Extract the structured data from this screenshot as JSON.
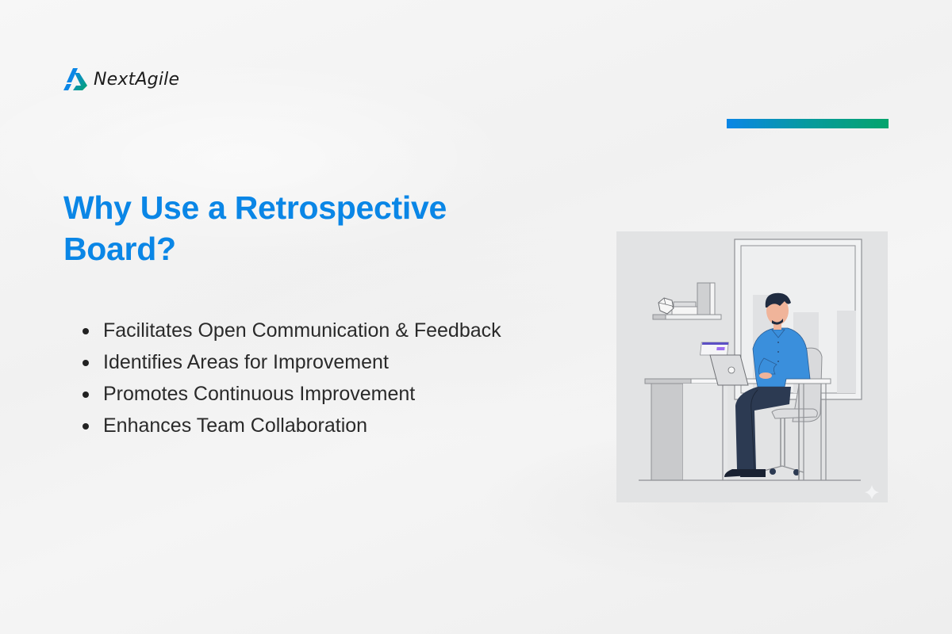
{
  "brand": {
    "name": "NextAgile",
    "logo_icon": "nextagile-logo-icon",
    "colors": {
      "primary_blue": "#0a86e6",
      "gradient_end_green": "#05a46c"
    }
  },
  "accent_bar": {
    "gradient": [
      "#0a86e6",
      "#079a9e",
      "#05a46c"
    ]
  },
  "heading": {
    "line1": "Why Use a Retrospective",
    "line2": "Board?",
    "color": "#0a86e6"
  },
  "bullets": [
    {
      "label": "Facilitates Open Communication & Feedback"
    },
    {
      "label": "Identifies Areas for Improvement"
    },
    {
      "label": "Promotes Continuous Improvement"
    },
    {
      "label": "Enhances Team Collaboration"
    }
  ],
  "illustration": {
    "description": "Person in blue shirt working at laptop on desk, window and wall shelf behind",
    "icon": "person-at-desk-illustration",
    "sparkle_icon": "sparkle-icon"
  }
}
